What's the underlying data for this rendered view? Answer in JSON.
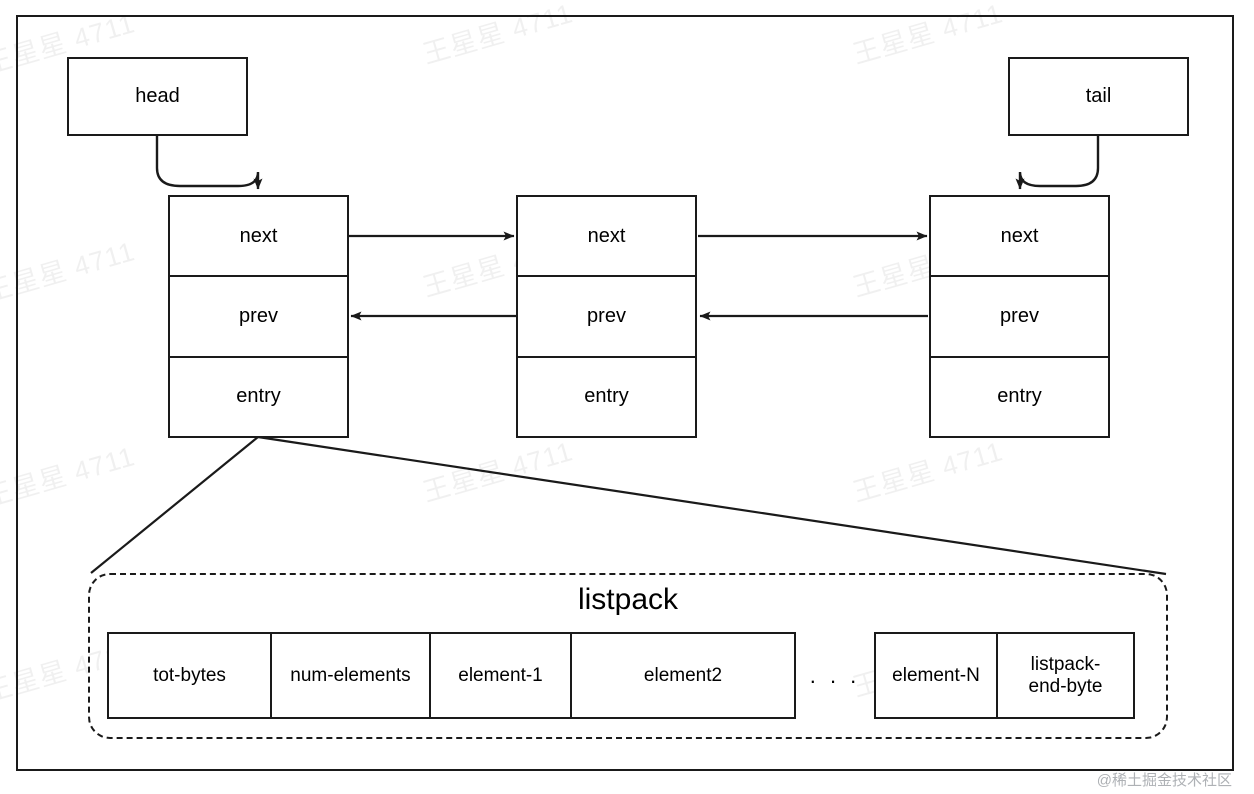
{
  "diagram": {
    "title": "quicklist-with-listpack",
    "pointers": [
      {
        "id": "head",
        "label": "head"
      },
      {
        "id": "tail",
        "label": "tail"
      }
    ],
    "nodes": [
      {
        "id": "node-1",
        "cells": [
          "next",
          "prev",
          "entry"
        ]
      },
      {
        "id": "node-2",
        "cells": [
          "next",
          "prev",
          "entry"
        ]
      },
      {
        "id": "node-3",
        "cells": [
          "next",
          "prev",
          "entry"
        ]
      }
    ],
    "listpack": {
      "title": "listpack",
      "left_cells": [
        "tot-bytes",
        "num-elements",
        "element-1",
        "element2"
      ],
      "ellipsis": ". . .",
      "right_cells": [
        "element-N",
        "listpack-end-byte"
      ]
    },
    "connectors": {
      "head_to_node1": "curved-arrow-down",
      "tail_to_node3": "curved-arrow-down-left",
      "node1_next_to_node2": "arrow-right",
      "node2_next_to_node3": "arrow-right",
      "node2_prev_to_node1": "arrow-left",
      "node3_prev_to_node2": "arrow-left",
      "node1_entry_to_listpack": "expansion-lines"
    },
    "colors": {
      "stroke": "#1a1a1a",
      "background": "#ffffff",
      "text": "#000000",
      "credit": "#aeb1b5"
    }
  },
  "watermark": {
    "text": "王星星 4711",
    "credit": "@稀土掘金技术社区"
  }
}
